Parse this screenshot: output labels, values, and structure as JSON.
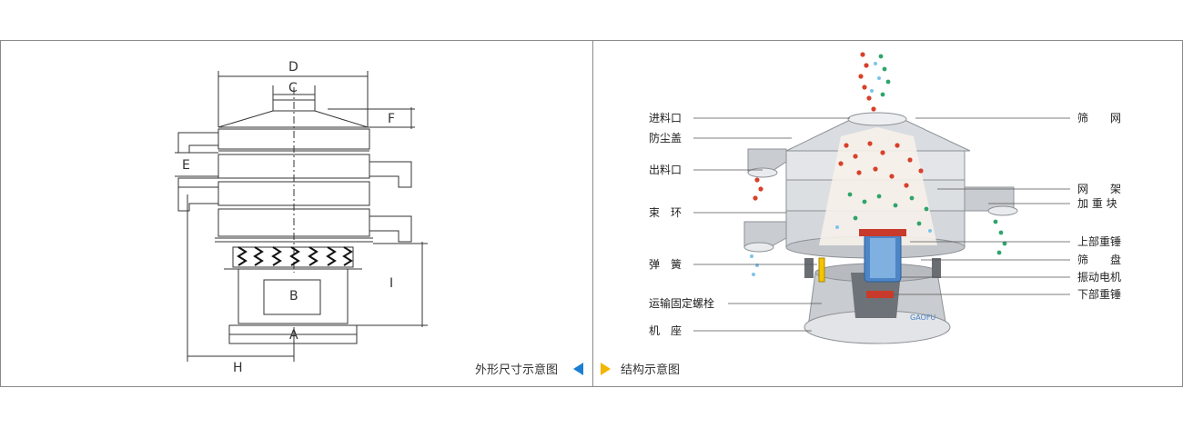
{
  "captions": {
    "outline": "外形尺寸示意图",
    "structure": "结构示意图"
  },
  "dimensions": {
    "A": "A",
    "B": "B",
    "C": "C",
    "D": "D",
    "E": "E",
    "F": "F",
    "H": "H",
    "I": "I"
  },
  "labels_left": {
    "inlet": "进料口",
    "dust_cover": "防尘盖",
    "outlet": "出料口",
    "clamp_ring": "束　环",
    "spring": "弹　簧",
    "transport_bolt": "运输固定螺栓",
    "base": "机　座"
  },
  "labels_right": {
    "screen_mesh": "筛　　网",
    "mesh_frame": "网　　架",
    "weight_block": "加 重 块",
    "upper_weight": "上部重锤",
    "screen_tray": "筛　　盘",
    "vibration_motor": "振动电机",
    "lower_weight": "下部重锤"
  },
  "brand": "GAOFU",
  "colors": {
    "accent_blue": "#1a7fd4",
    "accent_yellow": "#f5b400",
    "particle_red": "#d8402a",
    "particle_green": "#2fa46a",
    "particle_blue": "#7cc4e8",
    "line": "#333333"
  }
}
